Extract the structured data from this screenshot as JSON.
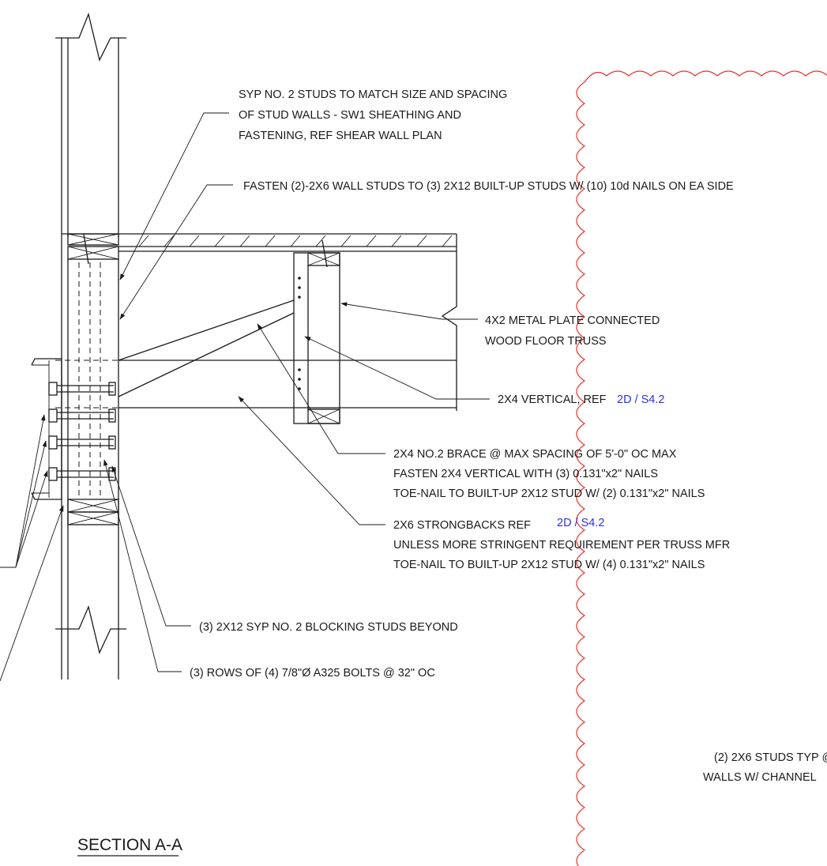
{
  "section_title": "SECTION A-A",
  "notes": {
    "studs_line1": "SYP NO. 2 STUDS TO MATCH SIZE AND SPACING",
    "studs_line2": "OF STUD WALLS - SW1 SHEATHING AND",
    "studs_line3": "FASTENING, REF SHEAR WALL PLAN",
    "fasten_line": "FASTEN (2)-2X6 WALL STUDS TO (3) 2X12 BUILT-UP STUDS W/ (10) 10d NAILS ON EA SIDE",
    "truss_line1": "4X2 METAL PLATE CONNECTED",
    "truss_line2": "WOOD FLOOR TRUSS",
    "vertical_text": "2X4 VERTICAL, REF",
    "vertical_ref": "2D / S4.2",
    "brace_line1": "2X4 NO.2 BRACE @ MAX SPACING OF 5'-0\" OC MAX",
    "brace_line2": "FASTEN 2X4 VERTICAL WITH (3) 0.131\"x2\" NAILS",
    "brace_line3": "TOE-NAIL TO BUILT-UP 2X12 STUD W/ (2) 0.131\"x2\" NAILS",
    "strongback_text": "2X6 STRONGBACKS REF",
    "strongback_ref": "2D / S4.2",
    "strongback_line2": "UNLESS MORE STRINGENT REQUIREMENT PER TRUSS MFR",
    "strongback_line3": "TOE-NAIL TO BUILT-UP 2X12 STUD W/ (4) 0.131\"x2\" NAILS",
    "blocking_line": "(3) 2X12 SYP NO. 2 BLOCKING STUDS BEYOND",
    "bolts_line": "(3) ROWS OF (4) 7/8\"Ø A325 BOLTS @ 32\" OC",
    "studs_typ_line1": "(2) 2X6 STUDS TYP @",
    "studs_typ_line2": "WALLS W/ CHANNEL"
  },
  "colors": {
    "linework": "#1a1a1a",
    "reference": "#2a32e0",
    "revision_cloud": "#e8322f"
  }
}
